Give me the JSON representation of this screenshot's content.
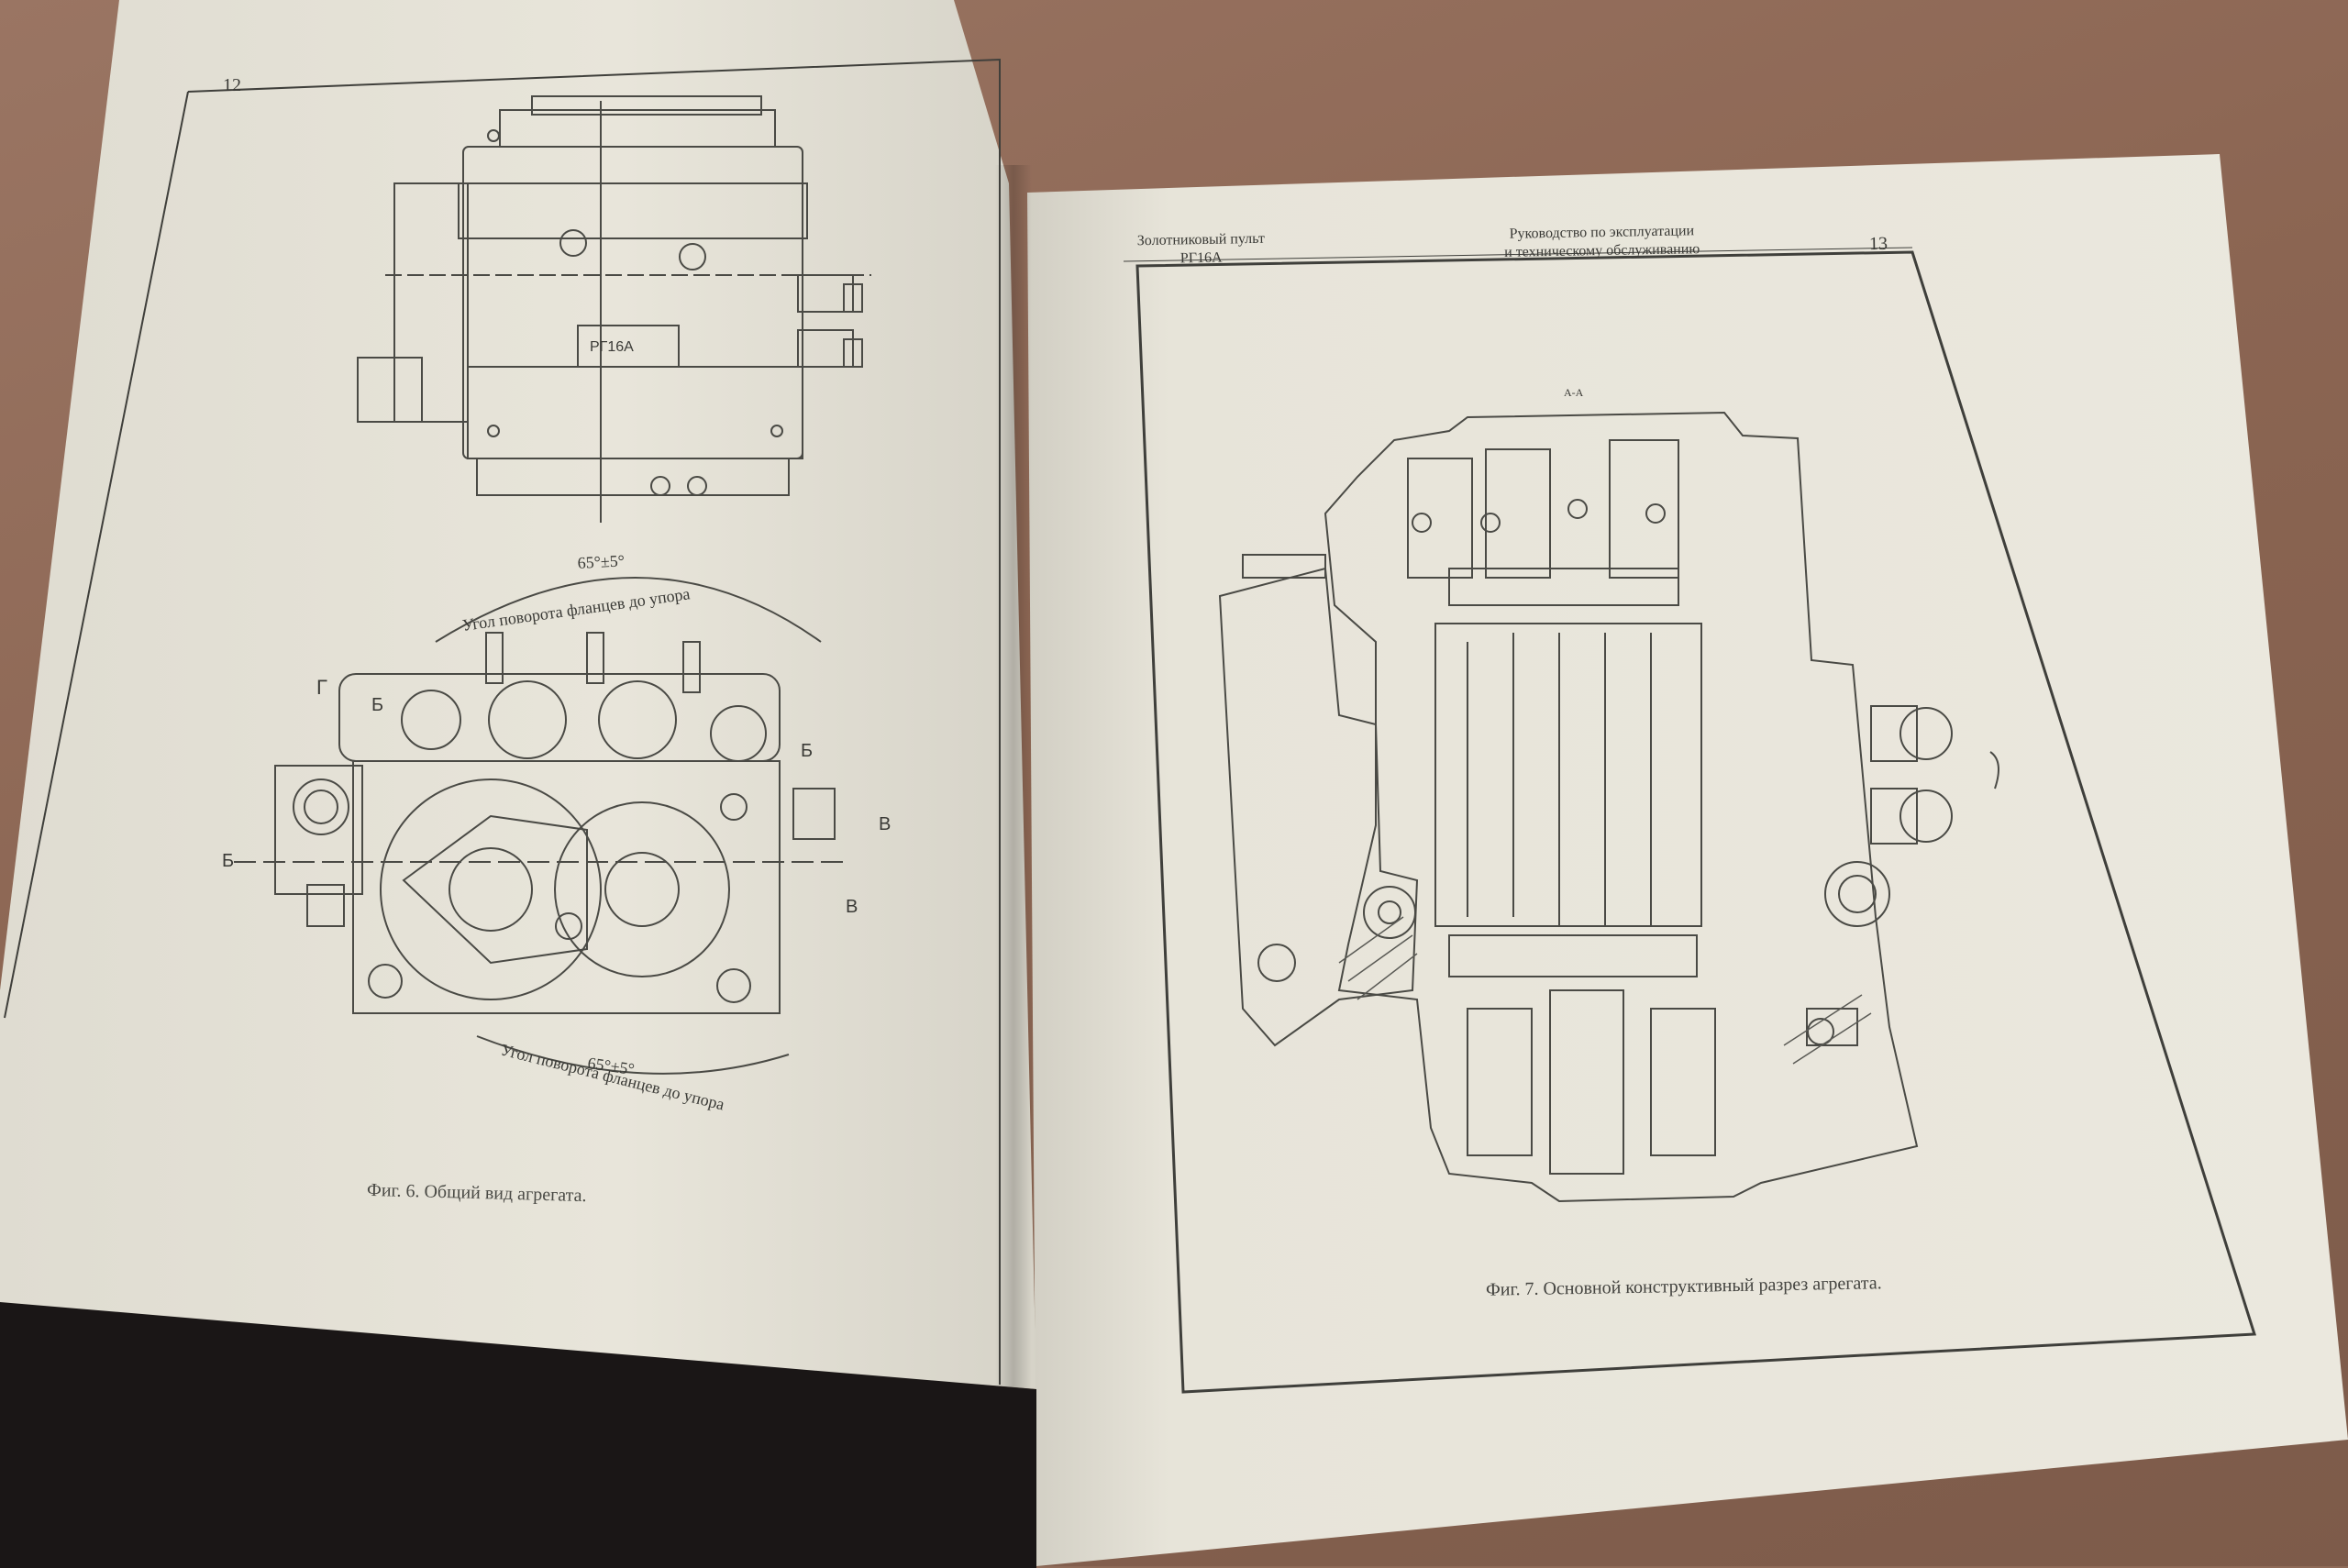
{
  "left_page": {
    "page_number": "12",
    "caption": "Фиг. 6. Общий вид агрегата.",
    "nameplate": "РГ16А",
    "dimension_angle_top": "65°±5°",
    "dimension_angle_bottom": "65°±5°",
    "arc_label_top": "Угол поворота фланцев до упора",
    "arc_label_bottom": "Угол поворота фланцев до упора",
    "view_marks": [
      "Г",
      "Б",
      "Б",
      "В",
      "Б",
      "В"
    ]
  },
  "right_page": {
    "header_left_line1": "Золотниковый пульт",
    "header_left_line2": "РГ16А",
    "header_mid_line1": "Руководство по эксплуатации",
    "header_mid_line2": "и техническому обслуживанию",
    "page_number": "13",
    "caption": "Фиг. 7. Основной конструктивный разрез агрегата.",
    "section_label": "А-А"
  },
  "colors": {
    "paper": "#e7e4d9",
    "ink": "#3a3a36",
    "table": "#8f6b58",
    "cover": "#1a1616"
  }
}
